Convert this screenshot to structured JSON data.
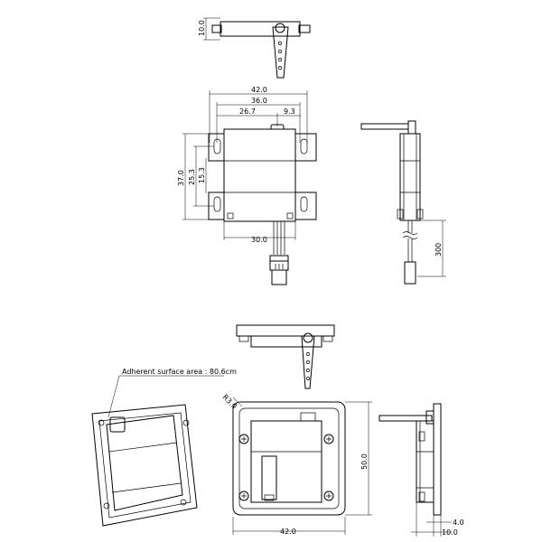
{
  "dimensions": {
    "top_height": "10.0",
    "width_overall": "42.0",
    "hole_spacing": "36.0",
    "shaft_offset": "26.7",
    "shaft_right": "9.3",
    "height_overall": "37.0",
    "hole_vertical": "25.3",
    "shaft_vertical": "15.3",
    "body_width": "30.0",
    "cable_length": "300",
    "radius": "R3.0",
    "mount_height": "50.0",
    "mount_width": "42.0",
    "plate_thickness": "4.0",
    "side_depth": "10.0"
  },
  "annotations": {
    "adherent_label": "Adherent surface area : 80.6cm"
  }
}
